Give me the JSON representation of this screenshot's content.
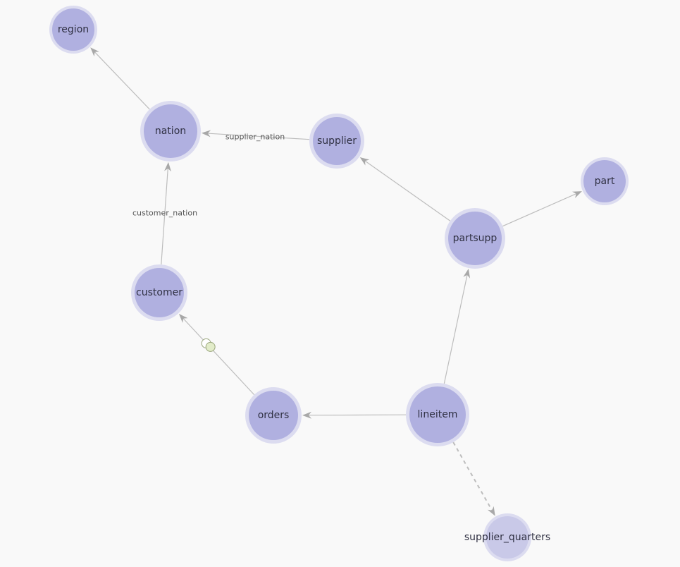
{
  "colors": {
    "node_fill": "#b0b0e0",
    "node_halo": "#dcdcf0",
    "node_fill_faded": "#c9c9e8",
    "edge": "#bdbdbd",
    "arrow": "#a8a8a8",
    "dashed_edge": "#bdbdbd",
    "junction_fill": "#e2ecc9",
    "junction_stroke": "#9aa67c"
  },
  "nodes": [
    {
      "id": "region",
      "label": "region"
    },
    {
      "id": "nation",
      "label": "nation"
    },
    {
      "id": "supplier",
      "label": "supplier"
    },
    {
      "id": "part",
      "label": "part"
    },
    {
      "id": "partsupp",
      "label": "partsupp"
    },
    {
      "id": "customer",
      "label": "customer"
    },
    {
      "id": "orders",
      "label": "orders"
    },
    {
      "id": "lineitem",
      "label": "lineitem"
    },
    {
      "id": "supplier_quarters",
      "label": "supplier_quarters"
    }
  ],
  "edges": [
    {
      "from": "nation",
      "to": "region",
      "label": "",
      "style": "solid"
    },
    {
      "from": "supplier",
      "to": "nation",
      "label": "supplier_nation",
      "style": "solid"
    },
    {
      "from": "customer",
      "to": "nation",
      "label": "customer_nation",
      "style": "solid"
    },
    {
      "from": "partsupp",
      "to": "supplier",
      "label": "",
      "style": "solid"
    },
    {
      "from": "partsupp",
      "to": "part",
      "label": "",
      "style": "solid"
    },
    {
      "from": "lineitem",
      "to": "partsupp",
      "label": "",
      "style": "solid"
    },
    {
      "from": "lineitem",
      "to": "orders",
      "label": "",
      "style": "solid"
    },
    {
      "from": "orders",
      "to": "customer",
      "label": "",
      "style": "solid",
      "marker": "double-circle"
    },
    {
      "from": "lineitem",
      "to": "supplier_quarters",
      "label": "",
      "style": "dashed"
    }
  ]
}
